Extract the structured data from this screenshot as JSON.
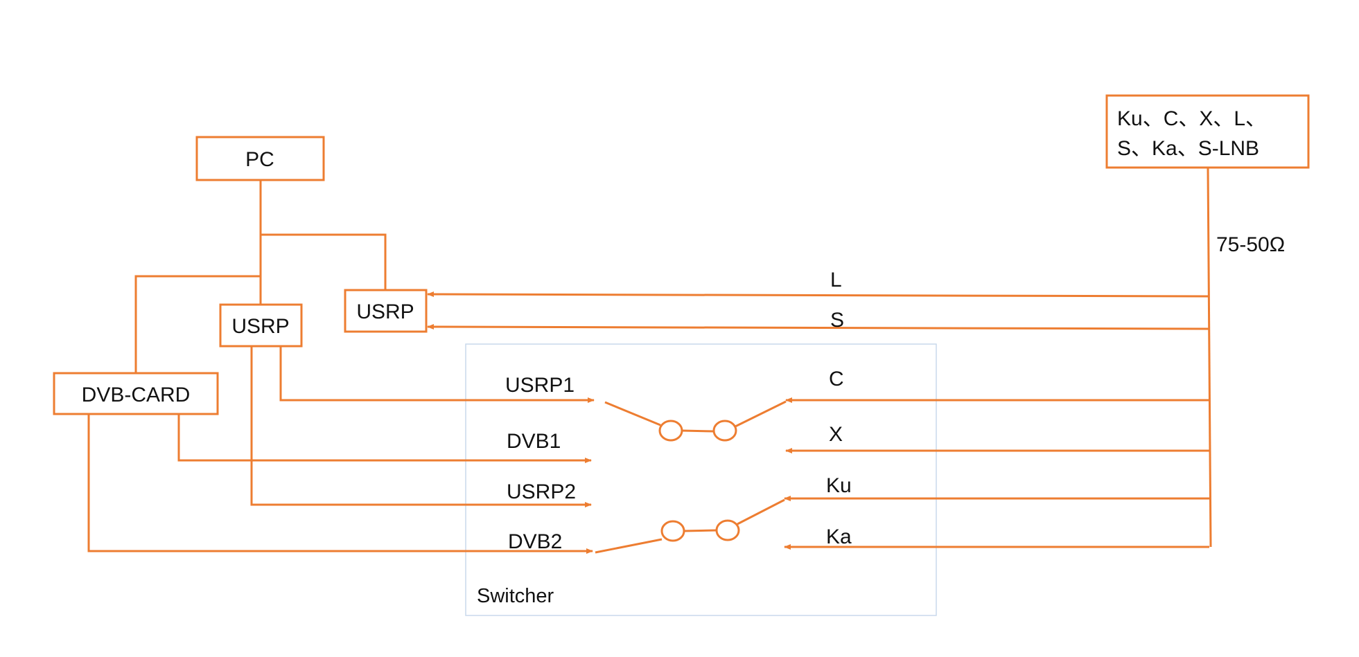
{
  "colors": {
    "line": "#ED7D31",
    "switcher_border": "#C9D9EC",
    "text": "#111111",
    "background": "#FFFFFF"
  },
  "blocks": {
    "pc": "PC",
    "usrp_a": "USRP",
    "usrp_b": "USRP",
    "dvb_card": "DVB-CARD",
    "lnb_line1": "Ku、C、X、L、",
    "lnb_line2": "S、Ka、S-LNB"
  },
  "labels": {
    "impedance": "75-50Ω",
    "band_l": "L",
    "band_s": "S",
    "band_c": "C",
    "band_x": "X",
    "band_ku": "Ku",
    "band_ka": "Ka",
    "usrp1": "USRP1",
    "dvb1": "DVB1",
    "usrp2": "USRP2",
    "dvb2": "DVB2",
    "switcher": "Switcher"
  }
}
